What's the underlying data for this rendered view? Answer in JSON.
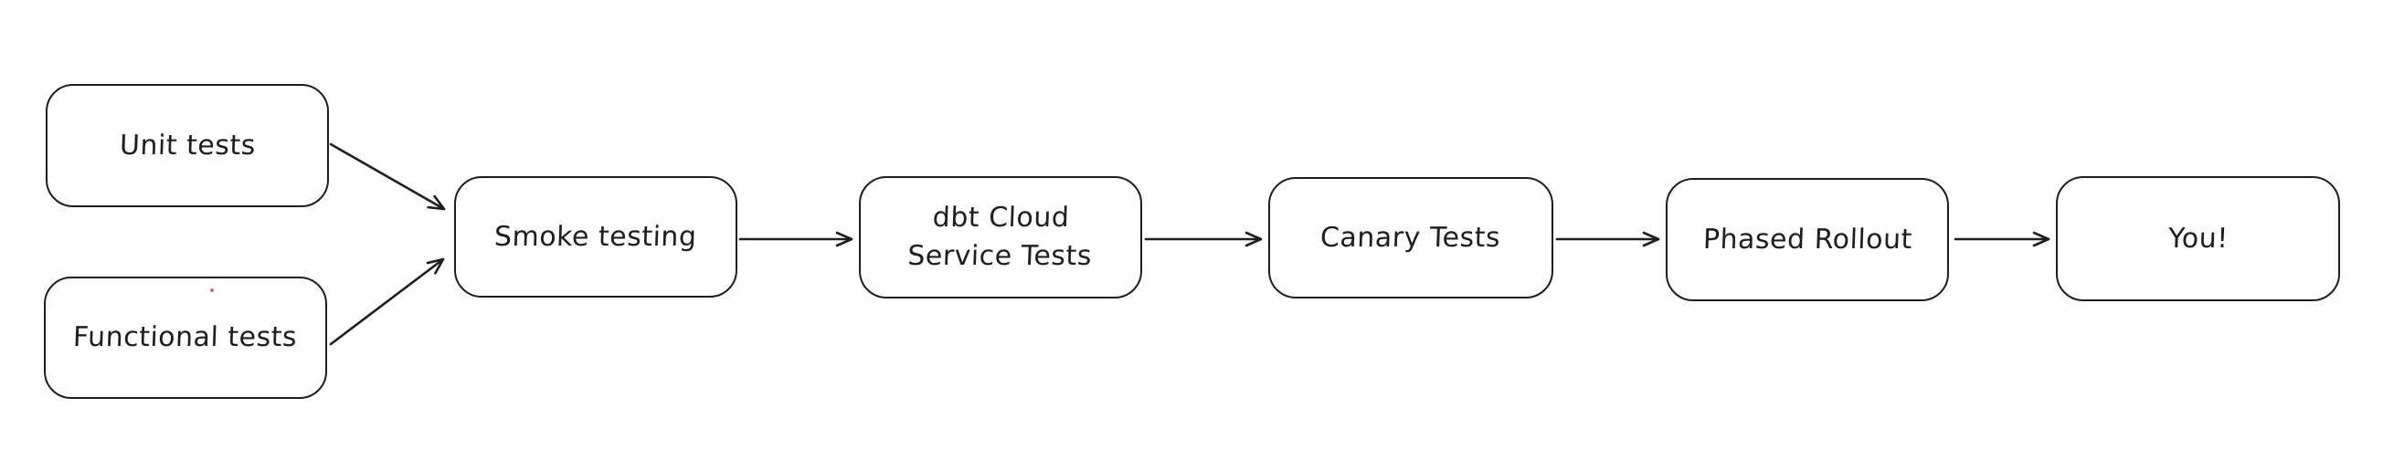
{
  "diagram": {
    "style": "hand-drawn-flowchart",
    "background_color": "#ffffff",
    "stroke_color": "#1e1e1e",
    "node_fill_color": "#ffffff",
    "artifact_dot_color": "#e06666",
    "nodes": [
      {
        "id": "unit-tests",
        "label": "Unit tests"
      },
      {
        "id": "functional-tests",
        "label": "Functional tests"
      },
      {
        "id": "smoke-testing",
        "label": "Smoke testing"
      },
      {
        "id": "dbt-cloud-service-tests",
        "label": "dbt Cloud\nService Tests"
      },
      {
        "id": "canary-tests",
        "label": "Canary Tests"
      },
      {
        "id": "phased-rollout",
        "label": "Phased Rollout"
      },
      {
        "id": "you",
        "label": "You!"
      }
    ],
    "edges": [
      {
        "from": "unit-tests",
        "to": "smoke-testing"
      },
      {
        "from": "functional-tests",
        "to": "smoke-testing"
      },
      {
        "from": "smoke-testing",
        "to": "dbt-cloud-service-tests"
      },
      {
        "from": "dbt-cloud-service-tests",
        "to": "canary-tests"
      },
      {
        "from": "canary-tests",
        "to": "phased-rollout"
      },
      {
        "from": "phased-rollout",
        "to": "you"
      }
    ]
  }
}
